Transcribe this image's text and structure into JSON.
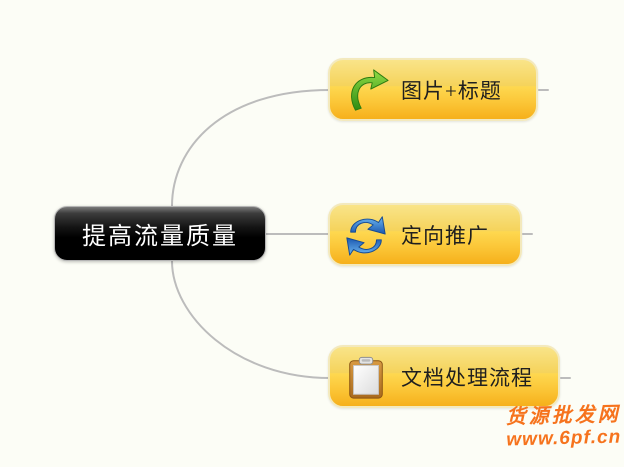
{
  "canvas": {
    "background_color": "#fcfdf6"
  },
  "mindmap": {
    "root": {
      "label": "提高流量质量",
      "bg_color": "#000000",
      "text_color": "#ffffff"
    },
    "branches": [
      {
        "label": "图片+标题",
        "icon": "green-curved-arrow-icon"
      },
      {
        "label": "定向推广",
        "icon": "blue-refresh-icon"
      },
      {
        "label": "文档处理流程",
        "icon": "clipboard-icon"
      }
    ],
    "branch_node_colors": {
      "gradient_top": "#f9e489",
      "gradient_bottom": "#f6b01b",
      "text": "#1f1f1f"
    },
    "connector_color": "#bcbcbc"
  },
  "watermark": {
    "line1": "货源批发网",
    "line2": "www.6pf.cn",
    "color": "#f6731d"
  }
}
